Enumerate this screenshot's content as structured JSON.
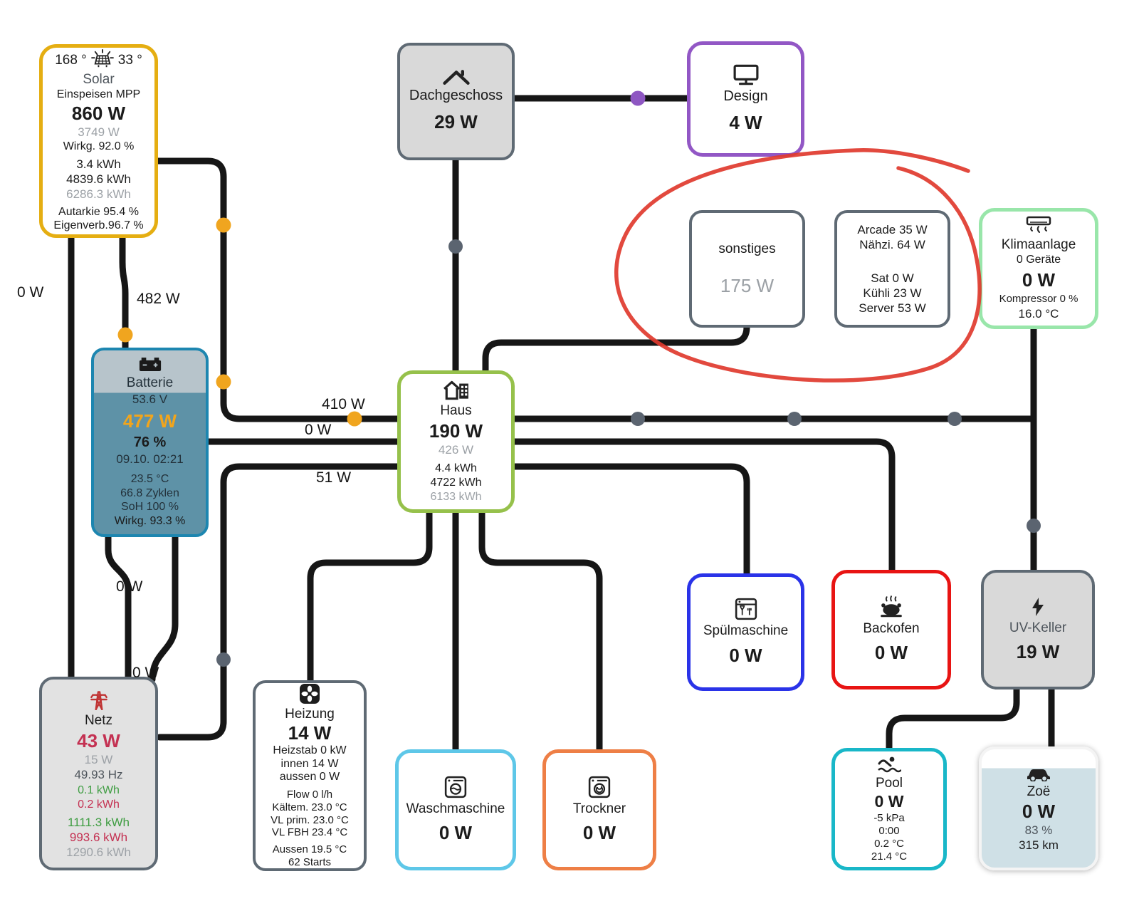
{
  "edge_labels": {
    "solar_to_netz": "0 W",
    "solar_to_batterie": "482 W",
    "solar_to_haus": "410 W",
    "batterie_to_haus": "0 W",
    "netz_to_haus": "51 W",
    "batterie_to_netz_upper": "0 W",
    "batterie_to_netz_lower": "0 W"
  },
  "nodes": {
    "solar": {
      "icon": "solar-panel-sun-icon",
      "temp_module": "168 °",
      "temp_ambient": "33 °",
      "title": "Solar",
      "mode": "Einspeisen MPP",
      "power": "860 W",
      "power_peak": "3749 W",
      "efficiency": "Wirkg. 92.0 %",
      "energy_day": "3.4 kWh",
      "energy_year": "4839.6 kWh",
      "energy_total": "6286.3 kWh",
      "autarky": "Autarkie 95.4 %",
      "self_consumption": "Eigenverb.96.7 %"
    },
    "dachgeschoss": {
      "icon": "roof-icon",
      "title": "Dachgeschoss",
      "power": "29 W"
    },
    "design": {
      "icon": "monitor-icon",
      "title": "Design",
      "power": "4 W"
    },
    "sonstiges": {
      "title": "sonstiges",
      "power": "175 W"
    },
    "arcade_group": {
      "line1": "Arcade 35 W",
      "line2": "Nähzi. 64 W",
      "line3": "Sat 0 W",
      "line4": "Kühli 23 W",
      "line5": "Server 53 W"
    },
    "klimaanlage": {
      "icon": "air-conditioner-icon",
      "title": "Klimaanlage",
      "devices": "0 Geräte",
      "power": "0 W",
      "compressor": "Kompressor 0 %",
      "temperature": "16.0 °C"
    },
    "batterie": {
      "icon": "car-battery-icon",
      "title": "Batterie",
      "voltage": "53.6 V",
      "power": "477 W",
      "soc": "76 %",
      "timestamp": "09.10. 02:21",
      "temperature": "23.5 °C",
      "cycles": "66.8 Zyklen",
      "soh": "SoH 100 %",
      "efficiency": "Wirkg. 93.3 %"
    },
    "haus": {
      "icon": "house-icon",
      "title": "Haus",
      "power": "190 W",
      "power_alt": "426 W",
      "energy_day": "4.4 kWh",
      "energy_year": "4722 kWh",
      "energy_total": "6133 kWh"
    },
    "netz": {
      "icon": "power-tower-icon",
      "title": "Netz",
      "power": "43 W",
      "power_alt": "15 W",
      "frequency": "49.93 Hz",
      "energy_in_day": "0.1 kWh",
      "energy_out_day": "0.2 kWh",
      "energy_in_year": "1111.3 kWh",
      "energy_out_year": "993.6 kWh",
      "energy_total": "1290.6 kWh"
    },
    "heizung": {
      "icon": "fan-icon",
      "title": "Heizung",
      "power": "14 W",
      "heizstab": "Heizstab 0 kW",
      "innen": "innen 14 W",
      "aussen": "aussen 0 W",
      "flow": "Flow 0 l/h",
      "kaeltemittel": "Kältem. 23.0 °C",
      "vl_prim": "VL prim. 23.0 °C",
      "vl_fbh": "VL FBH 23.4 °C",
      "aussen_temp": "Aussen 19.5 °C",
      "starts": "62 Starts"
    },
    "waschmaschine": {
      "icon": "washing-machine-icon",
      "title": "Waschmaschine",
      "power": "0 W"
    },
    "trockner": {
      "icon": "dryer-icon",
      "title": "Trockner",
      "power": "0 W"
    },
    "spuelmaschine": {
      "icon": "dishwasher-icon",
      "title": "Spülmaschine",
      "power": "0 W"
    },
    "backofen": {
      "icon": "roast-icon",
      "title": "Backofen",
      "power": "0 W"
    },
    "uv_keller": {
      "icon": "lightning-bolt-icon",
      "title": "UV-Keller",
      "power": "19 W"
    },
    "pool": {
      "icon": "swimmer-icon",
      "title": "Pool",
      "power": "0 W",
      "pressure": "-5 kPa",
      "runtime": "0:00",
      "temp_1": "0.2 °C",
      "temp_2": "21.4 °C"
    },
    "zoe": {
      "icon": "car-icon",
      "title": "Zoë",
      "power": "0 W",
      "soc": "83 %",
      "range": "315 km"
    }
  },
  "colors": {
    "wire": "#161616",
    "solar_border": "#e5ae12",
    "battery_border": "#1d86b0",
    "battery_fill": "#5e92a7",
    "haus_border": "#96c14b",
    "design_border": "#9257c5",
    "klima_border": "#99e6aa",
    "waschmaschine_border": "#5ec7e8",
    "trockner_border": "#ee7f46",
    "spuelmaschine_border": "#2a33e8",
    "backofen_border": "#e81413",
    "pool_border": "#19b7c8",
    "gray_border": "#5f6a74",
    "flow_dot_orange": "#f0a51f",
    "junction_dot_gray": "#5b6470",
    "junction_dot_purple": "#8e57c2",
    "annotation_red": "#e0392e",
    "grid_power_red": "#c43152",
    "energy_green": "#3f9d42",
    "battery_power_orange": "#f2a51c"
  },
  "annotation": {
    "shape": "hand-drawn-ellipse",
    "around": "sonstiges and arcade group",
    "color": "#e0392e"
  }
}
